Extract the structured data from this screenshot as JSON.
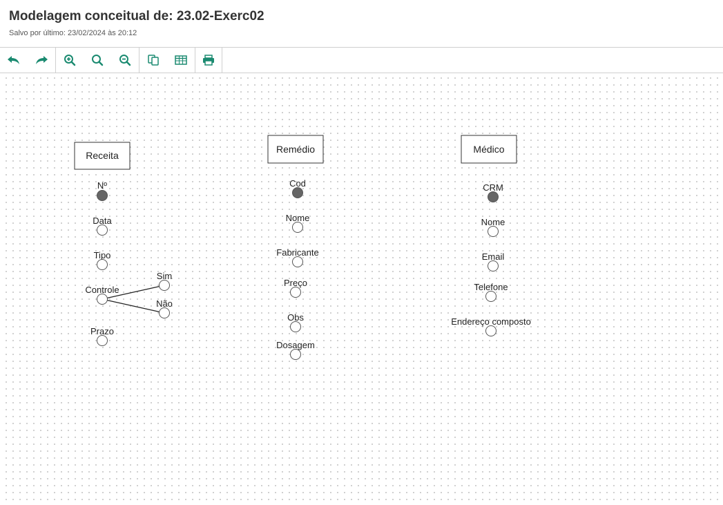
{
  "header": {
    "title": "Modelagem conceitual de: 23.02-Exerc02",
    "saved": "Salvo por último: 23/02/2024 às 20:12"
  },
  "toolbar": {
    "items": [
      {
        "name": "undo-icon"
      },
      {
        "name": "redo-icon"
      },
      {
        "name": "zoom-in-icon"
      },
      {
        "name": "zoom-reset-icon"
      },
      {
        "name": "zoom-out-icon"
      },
      {
        "name": "copy-icon"
      },
      {
        "name": "table-icon"
      },
      {
        "name": "print-icon"
      }
    ],
    "accent_color": "#1a8a70"
  },
  "diagram": {
    "entities": [
      {
        "label": "Receita",
        "attributes": [
          {
            "label": "Nº",
            "key": true
          },
          {
            "label": "Data",
            "key": false
          },
          {
            "label": "Tipo",
            "key": false
          },
          {
            "label": "Controle",
            "key": false,
            "children": [
              {
                "label": "Sim"
              },
              {
                "label": "Não"
              }
            ]
          },
          {
            "label": "Prazo",
            "key": false
          }
        ]
      },
      {
        "label": "Remédio",
        "attributes": [
          {
            "label": "Cod",
            "key": true
          },
          {
            "label": "Nome",
            "key": false
          },
          {
            "label": "Fabricante",
            "key": false
          },
          {
            "label": "Preço",
            "key": false
          },
          {
            "label": "Obs",
            "key": false
          },
          {
            "label": "Dosagem",
            "key": false
          }
        ]
      },
      {
        "label": "Médico",
        "attributes": [
          {
            "label": "CRM",
            "key": true
          },
          {
            "label": "Nome",
            "key": false
          },
          {
            "label": "Email",
            "key": false
          },
          {
            "label": "Telefone",
            "key": false
          },
          {
            "label": "Endereço composto",
            "key": false
          }
        ]
      }
    ]
  }
}
